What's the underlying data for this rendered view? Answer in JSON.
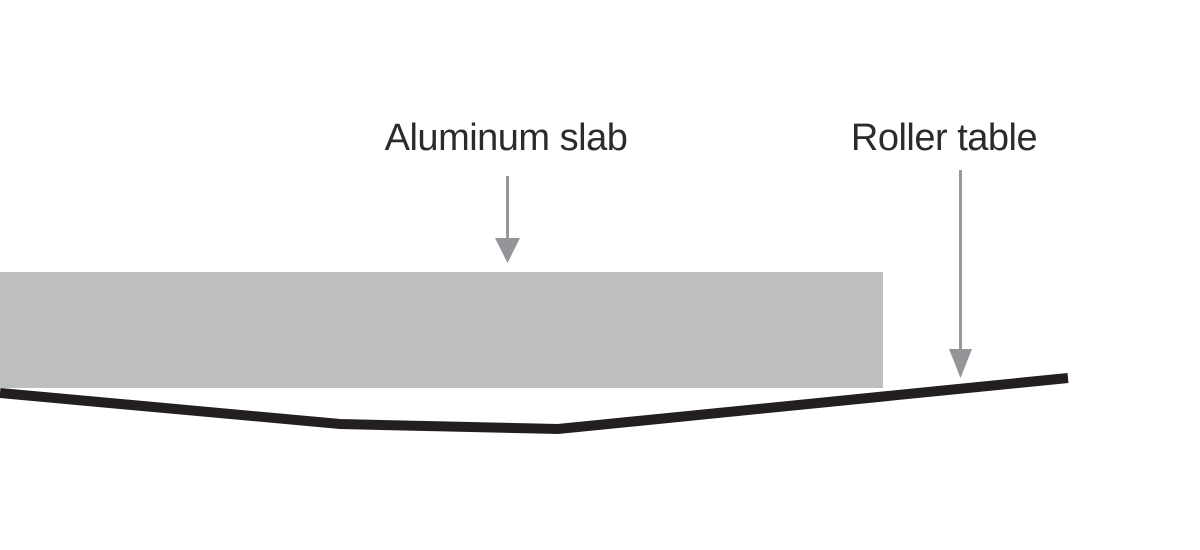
{
  "diagram": {
    "title": "",
    "labels": {
      "slab": "Aluminum slab",
      "roller": "Roller table"
    }
  },
  "icons": {
    "slab_pointer": "down-arrow",
    "roller_pointer": "down-arrow"
  },
  "colors": {
    "background": "#ffffff",
    "slab_fill": "#bcbec0",
    "roller_line": "#231f20",
    "arrow_shaft": "#98989b",
    "arrow_head": "#939598",
    "text": "#2b2b2b"
  }
}
